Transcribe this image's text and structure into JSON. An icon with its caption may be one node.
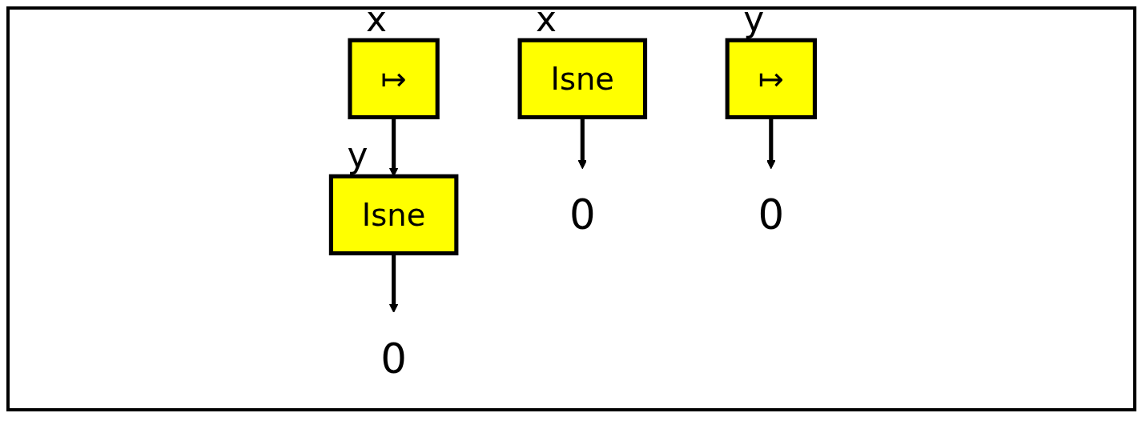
{
  "diagram": {
    "nodes": [
      {
        "text": [
          "↦"
        ],
        "beside": [
          "x"
        ]
      },
      {
        "text": [
          "Isne"
        ],
        "beside": [
          "y"
        ]
      },
      {
        "text": [
          "0"
        ]
      },
      {
        "text": [
          "Isne"
        ],
        "beside": [
          "x"
        ]
      },
      {
        "text": [
          "↦"
        ],
        "beside": [
          "y"
        ]
      },
      {
        "text": [
          "0"
        ]
      },
      {
        "text": [
          "0"
        ]
      }
    ],
    "edges": [
      {
        "from": 0,
        "to": 1,
        "arrow": "to"
      },
      {
        "from": 1,
        "to": 2,
        "arrow": "to"
      },
      {
        "from": 3,
        "to": 5,
        "arrow": "to"
      },
      {
        "from": 4,
        "to": 6,
        "arrow": "to"
      }
    ]
  }
}
